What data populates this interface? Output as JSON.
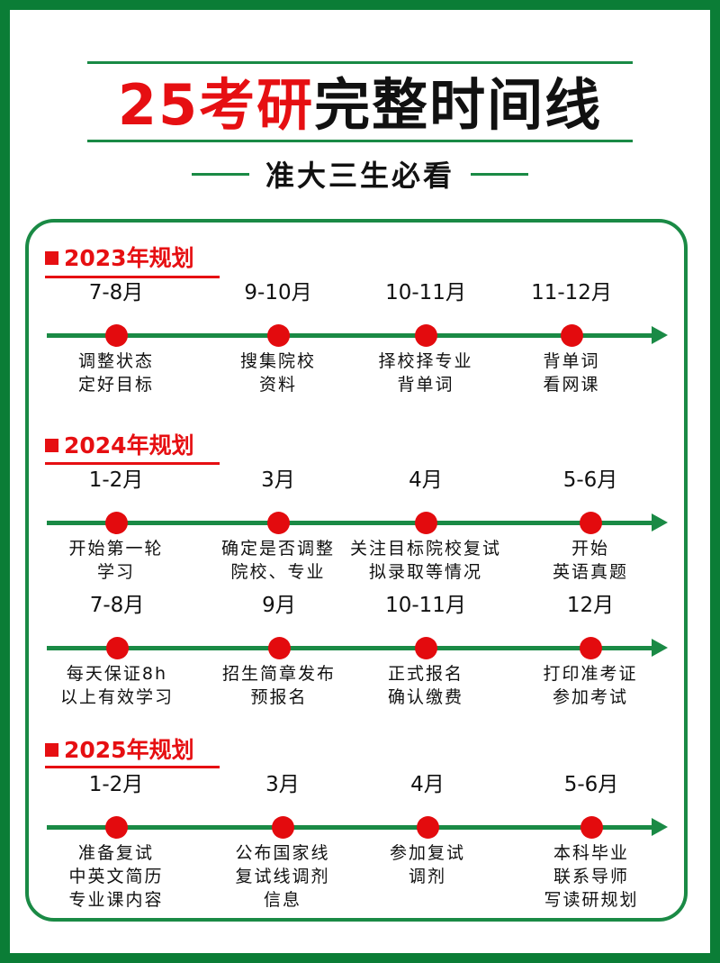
{
  "header": {
    "title_red": "25考研",
    "title_black": "完整时间线",
    "subtitle": "准大三生必看"
  },
  "colors": {
    "frame_green": "#0b7d36",
    "line_green": "#1a8a45",
    "accent_red": "#e60f12",
    "text": "#111111"
  },
  "sections": [
    {
      "heading": "2023年规划",
      "rows": [
        [
          {
            "when": "7-8月",
            "desc": [
              "调整状态",
              "定好目标"
            ]
          },
          {
            "when": "9-10月",
            "desc": [
              "搜集院校",
              "资料"
            ]
          },
          {
            "when": "10-11月",
            "desc": [
              "择校择专业",
              "背单词"
            ]
          },
          {
            "when": "11-12月",
            "desc": [
              "背单词",
              "看网课"
            ]
          }
        ]
      ]
    },
    {
      "heading": "2024年规划",
      "rows": [
        [
          {
            "when": "1-2月",
            "desc": [
              "开始第一轮",
              "学习"
            ]
          },
          {
            "when": "3月",
            "desc": [
              "确定是否调整",
              "院校、专业"
            ]
          },
          {
            "when": "4月",
            "desc": [
              "关注目标院校复试",
              "拟录取等情况"
            ]
          },
          {
            "when": "5-6月",
            "desc": [
              "开始",
              "英语真题"
            ]
          }
        ],
        [
          {
            "when": "7-8月",
            "desc": [
              "每天保证8h",
              "以上有效学习"
            ]
          },
          {
            "when": "9月",
            "desc": [
              "招生简章发布",
              "预报名"
            ]
          },
          {
            "when": "10-11月",
            "desc": [
              "正式报名",
              "确认缴费"
            ]
          },
          {
            "when": "12月",
            "desc": [
              "打印准考证",
              "参加考试"
            ]
          }
        ]
      ]
    },
    {
      "heading": "2025年规划",
      "rows": [
        [
          {
            "when": "1-2月",
            "desc": [
              "准备复试",
              "中英文简历",
              "专业课内容"
            ]
          },
          {
            "when": "3月",
            "desc": [
              "公布国家线",
              "复试线调剂",
              "信息"
            ]
          },
          {
            "when": "4月",
            "desc": [
              "参加复试",
              "调剂"
            ]
          },
          {
            "when": "5-6月",
            "desc": [
              "本科毕业",
              "联系导师",
              "写读研规划"
            ]
          }
        ]
      ]
    }
  ]
}
